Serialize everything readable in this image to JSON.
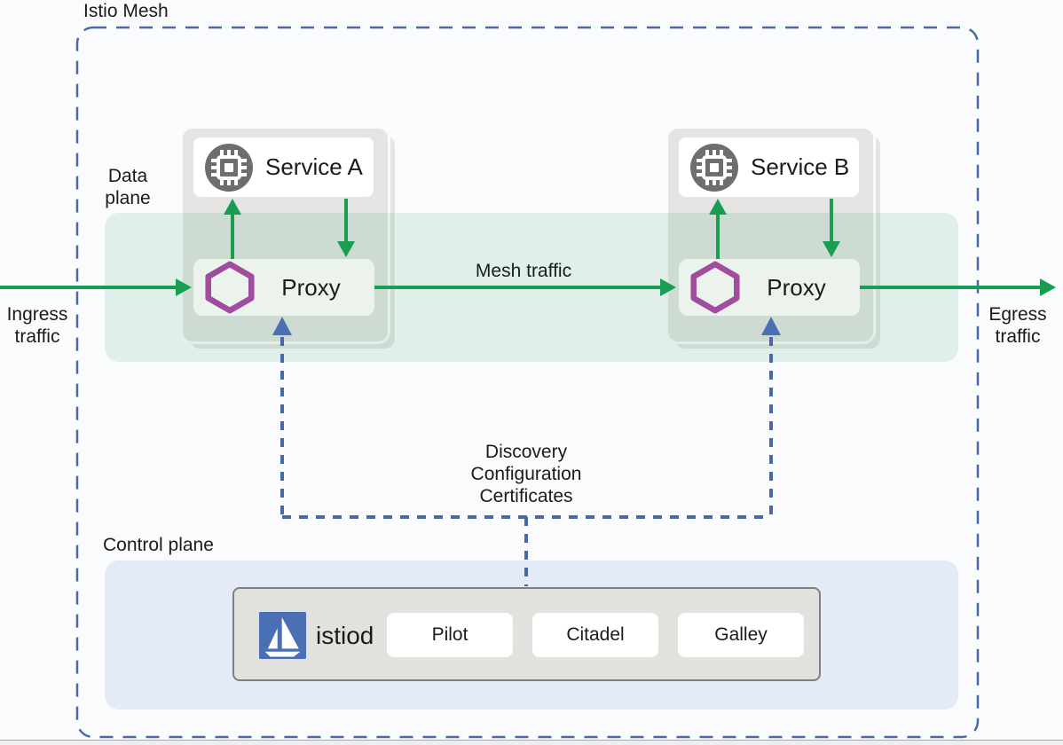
{
  "colors": {
    "green": "#189d52",
    "purple": "#a04da0",
    "connector-blue": "#4a69a4",
    "istio-blue": "#4a6fb5",
    "pod-gray": "#e4e5e2",
    "band-green": "#169652",
    "control-plane-bg": "#e4eaf6",
    "icon-gray": "#6e6e6e",
    "page-bg": "#fafbfd"
  },
  "diagram": {
    "title": "Istio Mesh",
    "labels": {
      "data_plane": "Data plane",
      "control_plane": "Control plane",
      "ingress": "Ingress traffic",
      "egress": "Egress traffic",
      "mesh_traffic": "Mesh traffic",
      "discovery": "Discovery\nConfiguration\nCertificates"
    },
    "services": [
      {
        "name": "Service A",
        "proxy_label": "Proxy"
      },
      {
        "name": "Service B",
        "proxy_label": "Proxy"
      }
    ],
    "control_plane": {
      "istiod_label": "istiod",
      "components": [
        "Pilot",
        "Citadel",
        "Galley"
      ]
    },
    "icons": {
      "service": "cpu-chip-icon",
      "proxy": "envoy-hexagon-icon",
      "istiod": "istio-sailboat-logo-icon"
    }
  }
}
